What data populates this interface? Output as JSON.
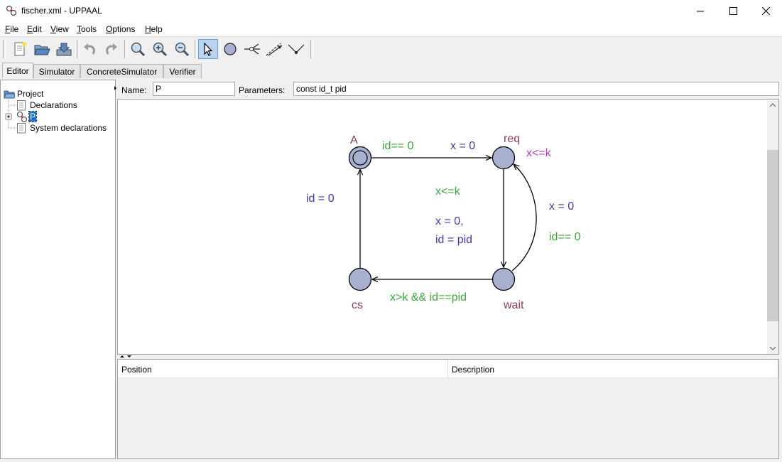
{
  "window": {
    "title": "fischer.xml - UPPAAL"
  },
  "menu": {
    "items": [
      {
        "label": "File",
        "underline": "F",
        "rest": "ile"
      },
      {
        "label": "Edit",
        "underline": "E",
        "rest": "dit"
      },
      {
        "label": "View",
        "underline": "V",
        "rest": "iew"
      },
      {
        "label": "Tools",
        "underline": "T",
        "rest": "ools"
      },
      {
        "label": "Options",
        "underline": "O",
        "rest": "ptions"
      },
      {
        "label": "Help",
        "underline": "H",
        "rest": "elp"
      }
    ]
  },
  "toolbar": {
    "buttons": [
      "new-icon",
      "open-icon",
      "save-icon",
      "undo-icon",
      "redo-icon",
      "zoom-fit-icon",
      "zoom-in-icon",
      "zoom-out-icon",
      "select-tool-icon",
      "location-tool-icon",
      "branch-tool-icon",
      "edge-tool-icon",
      "nail-tool-icon"
    ]
  },
  "tabs": [
    {
      "label": "Editor",
      "active": true
    },
    {
      "label": "Simulator"
    },
    {
      "label": "ConcreteSimulator"
    },
    {
      "label": "Verifier"
    }
  ],
  "tree": {
    "root": "Project",
    "items": [
      "Declarations",
      "P",
      "System declarations"
    ]
  },
  "template": {
    "name_label": "Name:",
    "name_value": "P",
    "params_label": "Parameters:",
    "params_value": "const id_t pid"
  },
  "automaton": {
    "locations": {
      "A": "A",
      "req": "req",
      "wait": "wait",
      "cs": "cs"
    },
    "labels": {
      "guard_a_req": "id== 0",
      "assign_a_req": "x = 0",
      "invariant_req": "x<=k",
      "invariant_mid": "x<=k",
      "assign_req_wait_1": "x = 0,",
      "assign_req_wait_2": "id = pid",
      "assign_wait_req": "x = 0",
      "guard_wait_req": "id== 0",
      "guard_wait_cs": "x>k && id==pid",
      "assign_cs_a": "id = 0"
    },
    "colors": {
      "location_fill": "#a8b0d0",
      "location_name": "#8b3a5a",
      "guard": "#3ba53b",
      "assignment": "#3b3ba5",
      "invariant": "#b040b0"
    }
  },
  "problems": {
    "columns": [
      "Position",
      "Description"
    ]
  }
}
